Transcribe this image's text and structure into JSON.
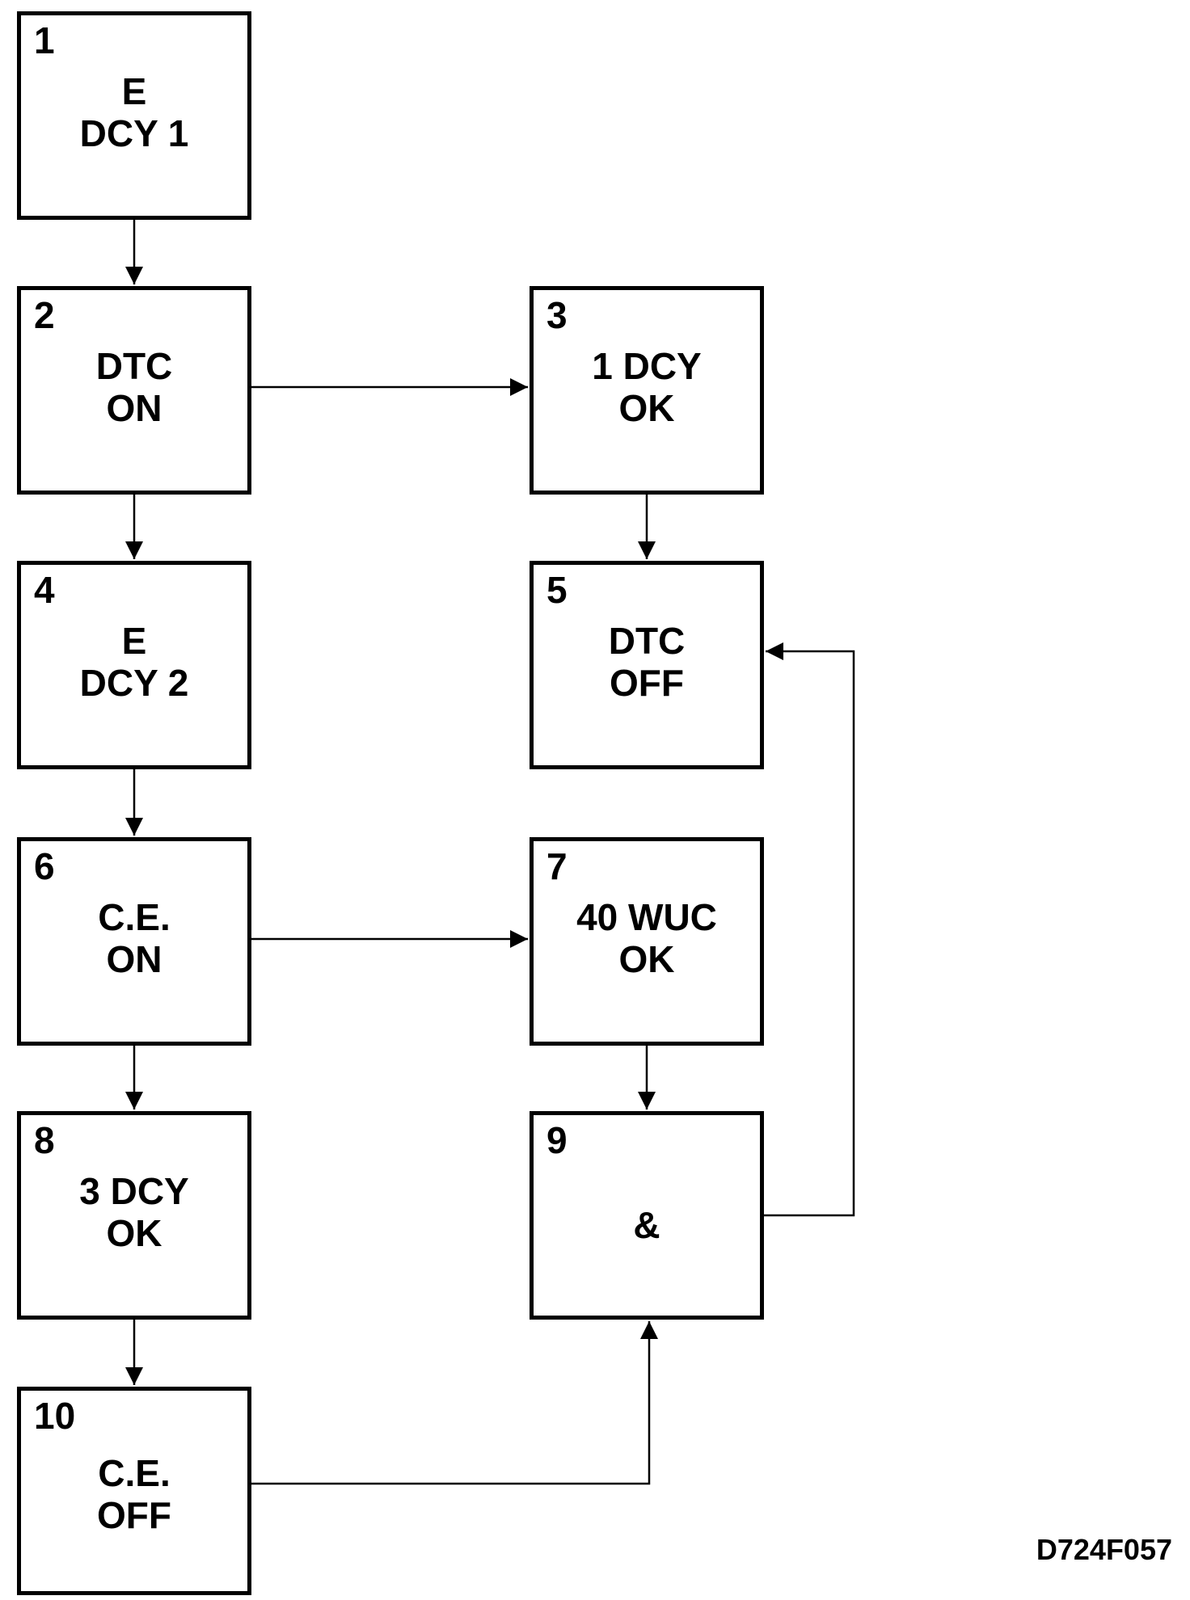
{
  "boxes": [
    {
      "id": "1",
      "lines": [
        "E",
        "DCY 1"
      ]
    },
    {
      "id": "2",
      "lines": [
        "DTC",
        "ON"
      ]
    },
    {
      "id": "3",
      "lines": [
        "1 DCY",
        "OK"
      ]
    },
    {
      "id": "4",
      "lines": [
        "E",
        "DCY 2"
      ]
    },
    {
      "id": "5",
      "lines": [
        "DTC",
        "OFF"
      ]
    },
    {
      "id": "6",
      "lines": [
        "C.E.",
        "ON"
      ]
    },
    {
      "id": "7",
      "lines": [
        "40 WUC",
        "OK"
      ]
    },
    {
      "id": "8",
      "lines": [
        "3 DCY",
        "OK"
      ]
    },
    {
      "id": "9",
      "lines": [
        "&"
      ]
    },
    {
      "id": "10",
      "lines": [
        "C.E.",
        "OFF"
      ]
    }
  ],
  "connections": [
    {
      "from": "1",
      "to": "2"
    },
    {
      "from": "2",
      "to": "3"
    },
    {
      "from": "2",
      "to": "4"
    },
    {
      "from": "3",
      "to": "5"
    },
    {
      "from": "4",
      "to": "6"
    },
    {
      "from": "6",
      "to": "7"
    },
    {
      "from": "6",
      "to": "8"
    },
    {
      "from": "7",
      "to": "9"
    },
    {
      "from": "8",
      "to": "10"
    },
    {
      "from": "9",
      "to": "5"
    },
    {
      "from": "10",
      "to": "9"
    }
  ],
  "figure_id": "D724F057",
  "colors": {
    "line": "#000000",
    "background": "#ffffff"
  }
}
